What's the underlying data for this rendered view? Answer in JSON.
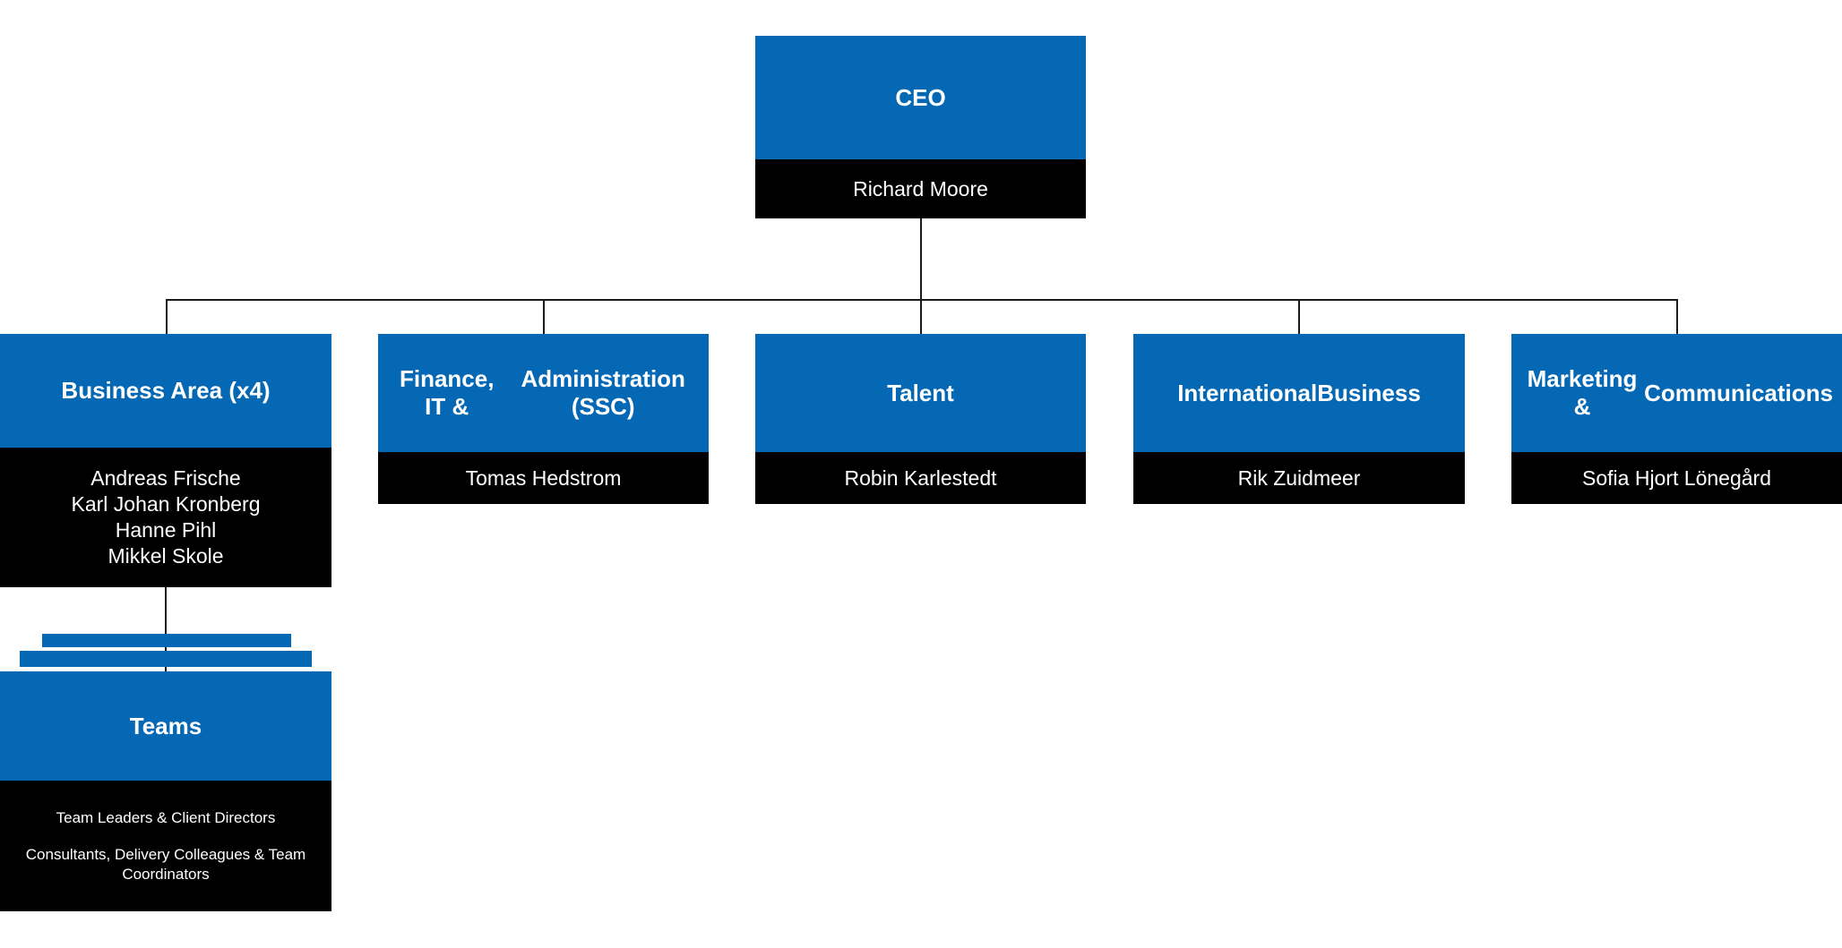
{
  "theme": {
    "brand_blue": "#0568b4",
    "band_black": "#000000",
    "text_white": "#ffffff",
    "connector": "#1a1a1a",
    "background": "#ffffff"
  },
  "org_chart": {
    "type": "org-hierarchy",
    "root": {
      "id": "ceo",
      "title": "CEO",
      "people": [
        "Richard Moore"
      ]
    },
    "level_two": [
      {
        "id": "business-area",
        "title": "Business Area (x4)",
        "people": [
          "Andreas Frische",
          "Karl Johan Kronberg",
          "Hanne Pihl",
          "Mikkel Skole"
        ]
      },
      {
        "id": "finance-it-administration",
        "title": "Finance, IT & Administration (SSC)",
        "title_line_1": "Finance, IT &",
        "title_line_2": "Administration (SSC)",
        "people": [
          "Tomas Hedstrom"
        ]
      },
      {
        "id": "talent",
        "title": "Talent",
        "people": [
          "Robin Karlestedt"
        ]
      },
      {
        "id": "international-business",
        "title": "International Business",
        "title_line_1": "International",
        "title_line_2": "Business",
        "people": [
          "Rik Zuidmeer"
        ]
      },
      {
        "id": "marketing-communications",
        "title": "Marketing & Communications",
        "title_line_1": "Marketing &",
        "title_line_2": "Communications",
        "people": [
          "Sofia Hjort Lönegård"
        ]
      }
    ],
    "level_three": [
      {
        "id": "teams",
        "title": "Teams",
        "parent": "business-area",
        "stacked": true,
        "roles": [
          "Team Leaders & Client Directors",
          "Consultants, Delivery Colleagues & Team Coordinators"
        ]
      }
    ]
  }
}
